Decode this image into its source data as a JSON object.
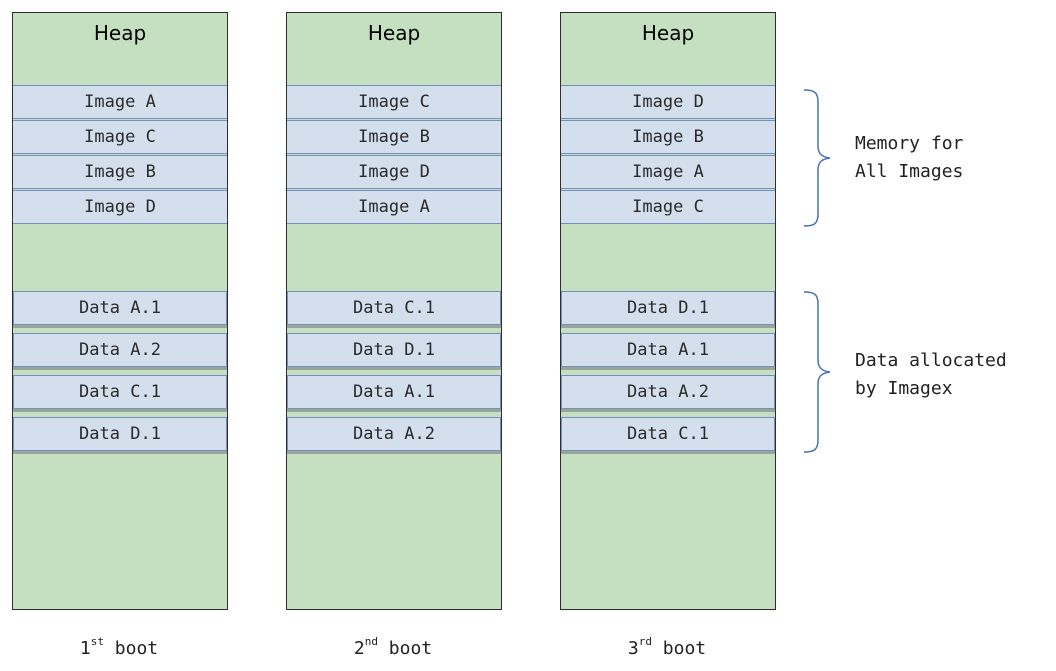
{
  "columns": [
    {
      "heap_label": "Heap",
      "images": [
        "Image A",
        "Image C",
        "Image B",
        "Image D"
      ],
      "data": [
        "Data A.1",
        "Data A.2",
        "Data C.1",
        "Data D.1"
      ],
      "boot_number": "1",
      "boot_suffix": "st",
      "boot_word": " boot"
    },
    {
      "heap_label": "Heap",
      "images": [
        "Image C",
        "Image B",
        "Image D",
        "Image A"
      ],
      "data": [
        "Data C.1",
        "Data D.1",
        "Data A.1",
        "Data A.2"
      ],
      "boot_number": "2",
      "boot_suffix": "nd",
      "boot_word": " boot"
    },
    {
      "heap_label": "Heap",
      "images": [
        "Image D",
        "Image B",
        "Image A",
        "Image C"
      ],
      "data": [
        "Data D.1",
        "Data A.1",
        "Data A.2",
        "Data C.1"
      ],
      "boot_number": "3",
      "boot_suffix": "rd",
      "boot_word": " boot"
    }
  ],
  "annotations": {
    "images_label_line1": "Memory for",
    "images_label_line2": "All Images",
    "data_label_line1": "Data allocated",
    "data_label_line2": "by Imagex"
  },
  "colors": {
    "heap": "#c5e0c1",
    "block": "#d4dfee",
    "block_border": "#7390c0",
    "brace": "#4a72b8"
  }
}
